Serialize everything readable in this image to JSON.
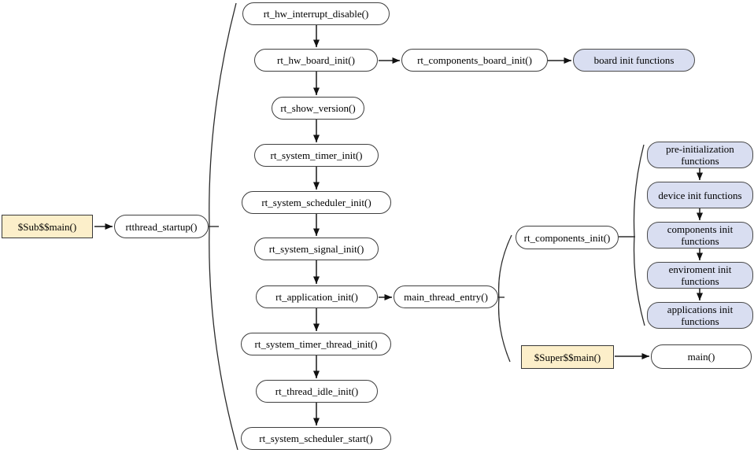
{
  "colors": {
    "background": "#ffffff",
    "node_fill": "#ffffff",
    "node_border": "#3f3f3f",
    "highlight_fill": "#fcefca",
    "blue_fill": "#d9def1",
    "arrow": "#3f3f3f",
    "text": "#000000"
  },
  "nodes": {
    "sub_main": {
      "label": "$Sub$$main()"
    },
    "rtthread_startup": {
      "label": "rtthread_startup()"
    },
    "rt_hw_interrupt_disable": {
      "label": "rt_hw_interrupt_disable()"
    },
    "rt_hw_board_init": {
      "label": "rt_hw_board_init()"
    },
    "rt_components_board_init": {
      "label": "rt_components_board_init()"
    },
    "board_init_functions": {
      "label": "board init functions"
    },
    "rt_show_version": {
      "label": "rt_show_version()"
    },
    "rt_system_timer_init": {
      "label": "rt_system_timer_init()"
    },
    "rt_system_scheduler_init": {
      "label": "rt_system_scheduler_init()"
    },
    "rt_system_signal_init": {
      "label": "rt_system_signal_init()"
    },
    "rt_application_init": {
      "label": "rt_application_init()"
    },
    "main_thread_entry": {
      "label": "main_thread_entry()"
    },
    "rt_system_timer_thread_init": {
      "label": "rt_system_timer_thread_init()"
    },
    "rt_thread_idle_init": {
      "label": "rt_thread_idle_init()"
    },
    "rt_system_scheduler_start": {
      "label": "rt_system_scheduler_start()"
    },
    "rt_components_init": {
      "label": "rt_components_init()"
    },
    "pre_initialization_functions": {
      "label": "pre-initialization functions"
    },
    "device_init_functions": {
      "label": "device init functions"
    },
    "components_init_functions": {
      "label": "components init functions"
    },
    "enviroment_init_functions": {
      "label": "enviroment init functions"
    },
    "applications_init_functions": {
      "label": "applications init functions"
    },
    "super_main": {
      "label": "$Super$$main()"
    },
    "main": {
      "label": "main()"
    }
  },
  "edges": [
    {
      "from": "sub_main",
      "to": "rtthread_startup"
    },
    {
      "from": "rtthread_startup",
      "to": "startup-steps-brace"
    },
    {
      "from": "rt_hw_interrupt_disable",
      "to": "rt_hw_board_init"
    },
    {
      "from": "rt_hw_board_init",
      "to": "rt_components_board_init"
    },
    {
      "from": "rt_components_board_init",
      "to": "board_init_functions"
    },
    {
      "from": "rt_hw_board_init",
      "to": "rt_show_version"
    },
    {
      "from": "rt_show_version",
      "to": "rt_system_timer_init"
    },
    {
      "from": "rt_system_timer_init",
      "to": "rt_system_scheduler_init"
    },
    {
      "from": "rt_system_scheduler_init",
      "to": "rt_system_signal_init"
    },
    {
      "from": "rt_system_signal_init",
      "to": "rt_application_init"
    },
    {
      "from": "rt_application_init",
      "to": "main_thread_entry"
    },
    {
      "from": "rt_application_init",
      "to": "rt_system_timer_thread_init"
    },
    {
      "from": "rt_system_timer_thread_init",
      "to": "rt_thread_idle_init"
    },
    {
      "from": "rt_thread_idle_init",
      "to": "rt_system_scheduler_start"
    },
    {
      "from": "main_thread_entry",
      "to": "main-thread-brace"
    },
    {
      "from": "rt_components_init",
      "to": "components-init-brace"
    },
    {
      "from": "pre_initialization_functions",
      "to": "device_init_functions"
    },
    {
      "from": "device_init_functions",
      "to": "components_init_functions"
    },
    {
      "from": "components_init_functions",
      "to": "enviroment_init_functions"
    },
    {
      "from": "enviroment_init_functions",
      "to": "applications_init_functions"
    },
    {
      "from": "super_main",
      "to": "main"
    }
  ]
}
